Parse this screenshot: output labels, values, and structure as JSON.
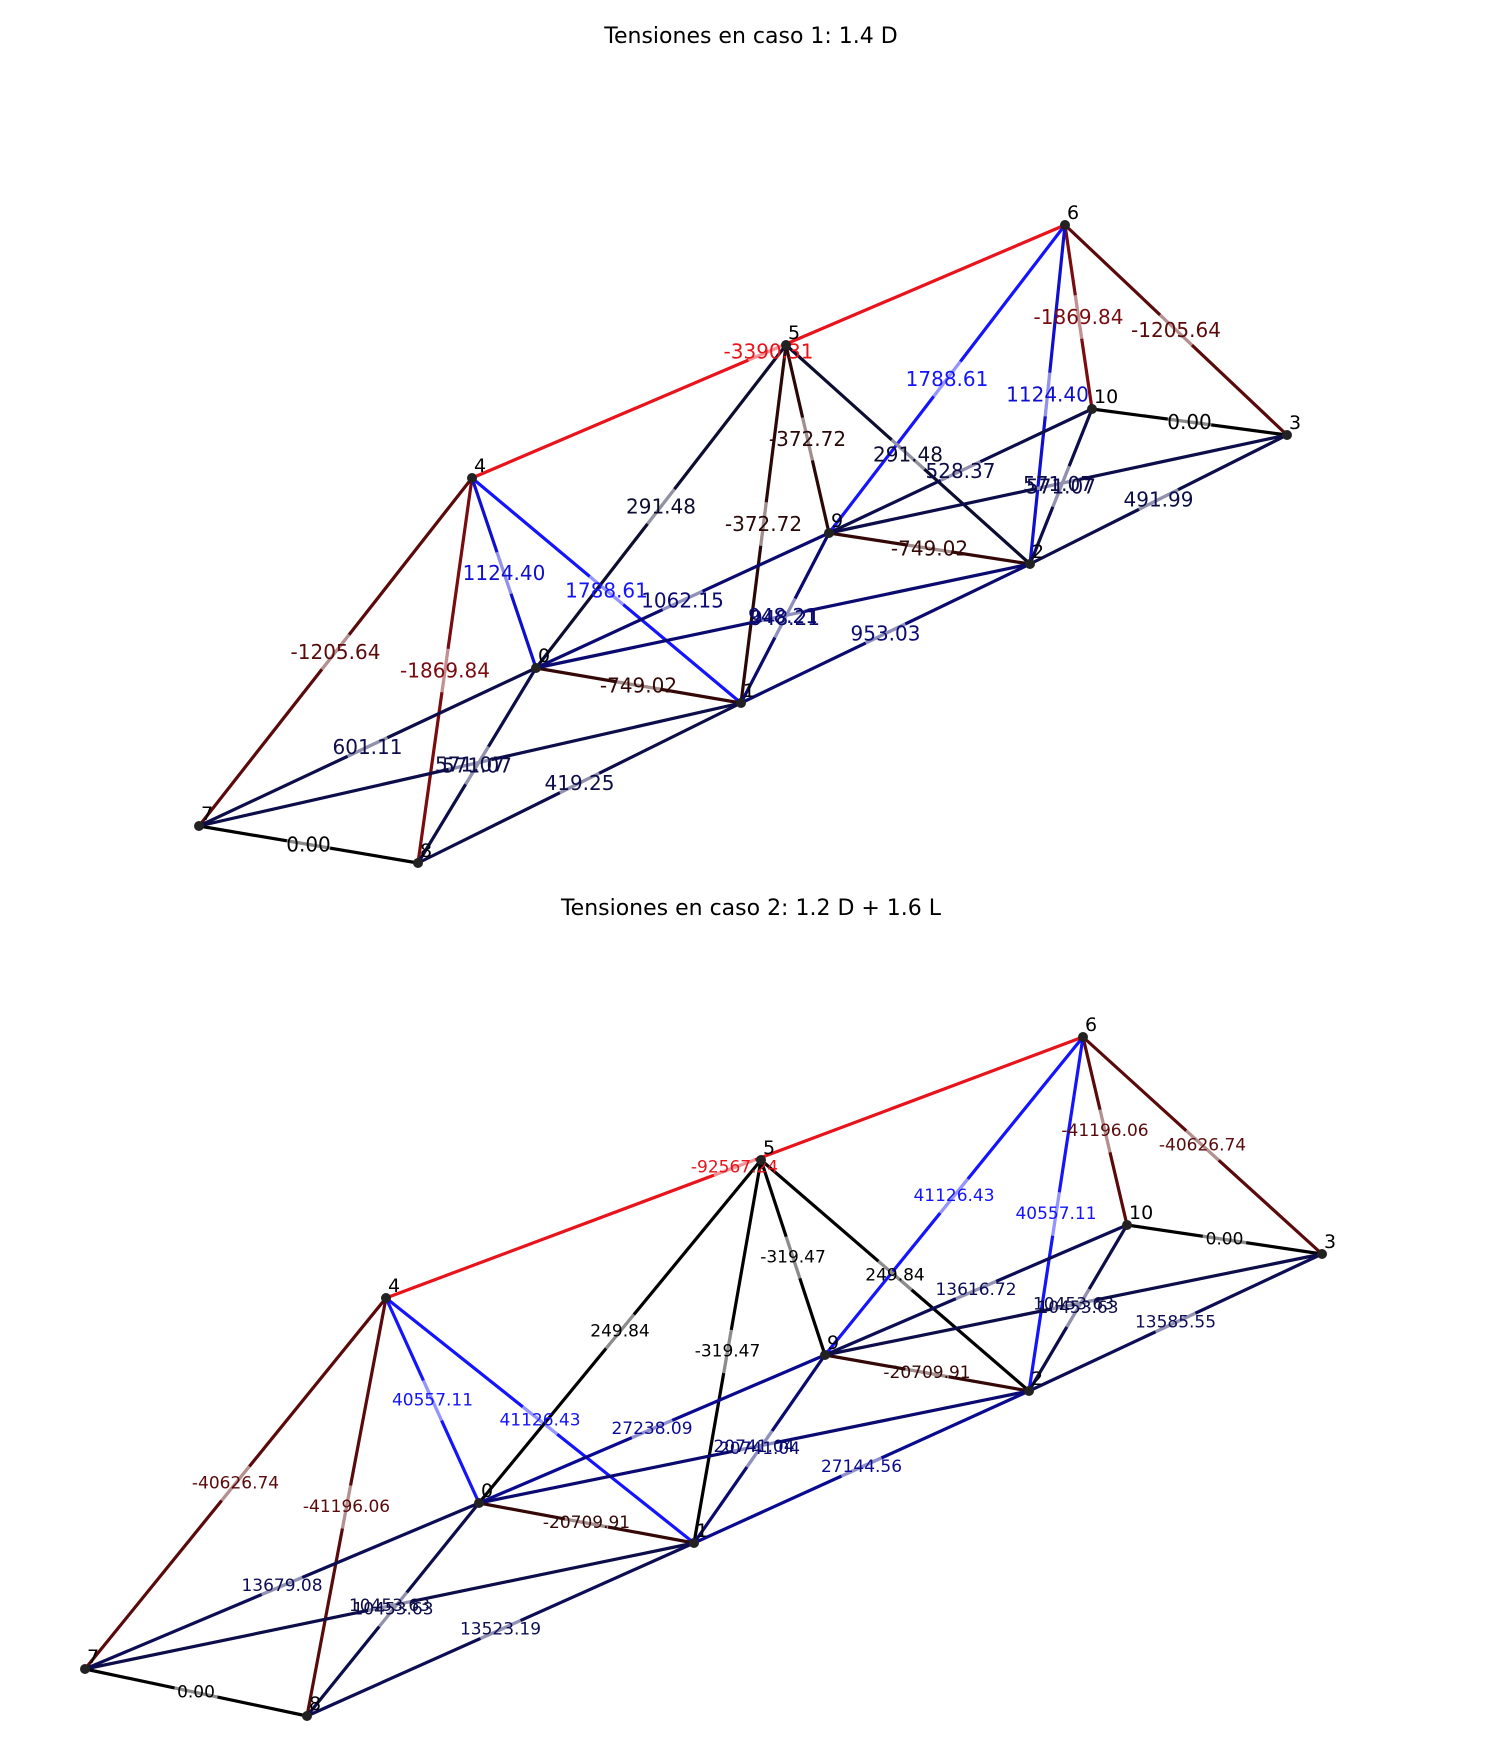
{
  "diagrams": [
    {
      "title": "Tensiones en caso 1: 1.4 D",
      "label_font": 20,
      "members": [
        {
          "a": "4",
          "b": "6",
          "label": "-3390.31",
          "color": "#e8131b"
        },
        {
          "a": "6",
          "b": "3",
          "label": "-1205.64",
          "color": "#5a0a0a"
        },
        {
          "a": "4",
          "b": "7",
          "label": "-1205.64",
          "color": "#5a0a0a"
        },
        {
          "a": "6",
          "b": "10",
          "label": "-1869.84",
          "color": "#7a0c10"
        },
        {
          "a": "4",
          "b": "8",
          "label": "-1869.84",
          "color": "#7a0c10"
        },
        {
          "a": "6",
          "b": "9",
          "label": "1788.61",
          "color": "#1414ff"
        },
        {
          "a": "4",
          "b": "1",
          "label": "1788.61",
          "color": "#1414ff"
        },
        {
          "a": "6",
          "b": "2",
          "label": "1124.40",
          "color": "#0f0fd0"
        },
        {
          "a": "4",
          "b": "0",
          "label": "1124.40",
          "color": "#0f0fd0"
        },
        {
          "a": "5",
          "b": "0",
          "label": "291.48",
          "color": "#0d0d30"
        },
        {
          "a": "5",
          "b": "2",
          "label": "291.48",
          "color": "#0d0d30"
        },
        {
          "a": "5",
          "b": "9",
          "label": "-372.72",
          "color": "#2a0808"
        },
        {
          "a": "5",
          "b": "1",
          "label": "-372.72",
          "color": "#2a0808"
        },
        {
          "a": "10",
          "b": "3",
          "label": "0.00",
          "color": "#000000"
        },
        {
          "a": "7",
          "b": "8",
          "label": "0.00",
          "color": "#000000"
        },
        {
          "a": "9",
          "b": "10",
          "label": "528.37",
          "color": "#0d0d4a"
        },
        {
          "a": "0",
          "b": "1",
          "label": "-749.02",
          "color": "#350808"
        },
        {
          "a": "9",
          "b": "2",
          "label": "-749.02",
          "color": "#350808"
        },
        {
          "a": "0",
          "b": "9",
          "label": "1062.15",
          "color": "#0a0a70"
        },
        {
          "a": "1",
          "b": "2",
          "label": "953.03",
          "color": "#0a0a70"
        },
        {
          "a": "9",
          "b": "3",
          "label": "571.07",
          "color": "#0d0d4a"
        },
        {
          "a": "10",
          "b": "2",
          "label": "571.07",
          "color": "#0d0d4a"
        },
        {
          "a": "7",
          "b": "1",
          "label": "571.07",
          "color": "#0d0d4a"
        },
        {
          "a": "0",
          "b": "8",
          "label": "571.07",
          "color": "#0d0d4a"
        },
        {
          "a": "0",
          "b": "2",
          "label": "948.21",
          "color": "#0a0a70"
        },
        {
          "a": "9",
          "b": "1",
          "label": "948.21",
          "color": "#0a0a70"
        },
        {
          "a": "7",
          "b": "0",
          "label": "601.11",
          "color": "#0d0d4a"
        },
        {
          "a": "2",
          "b": "3",
          "label": "491.99",
          "color": "#0d0d4a"
        },
        {
          "a": "8",
          "b": "1",
          "label": "419.25",
          "color": "#0d0d4a"
        }
      ]
    },
    {
      "title": "Tensiones en caso 2: 1.2 D + 1.6 L",
      "label_font": 17,
      "members": [
        {
          "a": "4",
          "b": "6",
          "label": "-92567.24",
          "color": "#e8131b"
        },
        {
          "a": "6",
          "b": "3",
          "label": "-40626.74",
          "color": "#5a0a0a"
        },
        {
          "a": "4",
          "b": "7",
          "label": "-40626.74",
          "color": "#5a0a0a"
        },
        {
          "a": "6",
          "b": "10",
          "label": "-41196.06",
          "color": "#5a0a0a"
        },
        {
          "a": "4",
          "b": "8",
          "label": "-41196.06",
          "color": "#5a0a0a"
        },
        {
          "a": "6",
          "b": "9",
          "label": "41126.43",
          "color": "#1414ff"
        },
        {
          "a": "4",
          "b": "1",
          "label": "41126.43",
          "color": "#1414ff"
        },
        {
          "a": "6",
          "b": "2",
          "label": "40557.11",
          "color": "#1414ff"
        },
        {
          "a": "4",
          "b": "0",
          "label": "40557.11",
          "color": "#1414ff"
        },
        {
          "a": "5",
          "b": "0",
          "label": "249.84",
          "color": "#000000"
        },
        {
          "a": "5",
          "b": "2",
          "label": "249.84",
          "color": "#000000"
        },
        {
          "a": "5",
          "b": "9",
          "label": "-319.47",
          "color": "#000000"
        },
        {
          "a": "5",
          "b": "1",
          "label": "-319.47",
          "color": "#000000"
        },
        {
          "a": "10",
          "b": "3",
          "label": "0.00",
          "color": "#000000"
        },
        {
          "a": "7",
          "b": "8",
          "label": "0.00",
          "color": "#000000"
        },
        {
          "a": "9",
          "b": "10",
          "label": "13616.72",
          "color": "#0d0d55"
        },
        {
          "a": "0",
          "b": "1",
          "label": "-20709.91",
          "color": "#350808"
        },
        {
          "a": "9",
          "b": "2",
          "label": "-20709.91",
          "color": "#350808"
        },
        {
          "a": "0",
          "b": "9",
          "label": "27238.09",
          "color": "#0a0a90"
        },
        {
          "a": "1",
          "b": "2",
          "label": "27144.56",
          "color": "#0a0a90"
        },
        {
          "a": "9",
          "b": "3",
          "label": "10453.63",
          "color": "#0d0d4a"
        },
        {
          "a": "10",
          "b": "2",
          "label": "10453.63",
          "color": "#0d0d4a"
        },
        {
          "a": "7",
          "b": "1",
          "label": "10453.63",
          "color": "#0d0d4a"
        },
        {
          "a": "0",
          "b": "8",
          "label": "10453.63",
          "color": "#0d0d4a"
        },
        {
          "a": "0",
          "b": "2",
          "label": "20741.04",
          "color": "#0a0a70"
        },
        {
          "a": "9",
          "b": "1",
          "label": "20741.04",
          "color": "#0a0a70"
        },
        {
          "a": "7",
          "b": "0",
          "label": "13679.08",
          "color": "#0d0d55"
        },
        {
          "a": "2",
          "b": "3",
          "label": "13585.55",
          "color": "#0d0d55"
        },
        {
          "a": "8",
          "b": "1",
          "label": "13523.19",
          "color": "#0d0d55"
        }
      ]
    }
  ]
}
